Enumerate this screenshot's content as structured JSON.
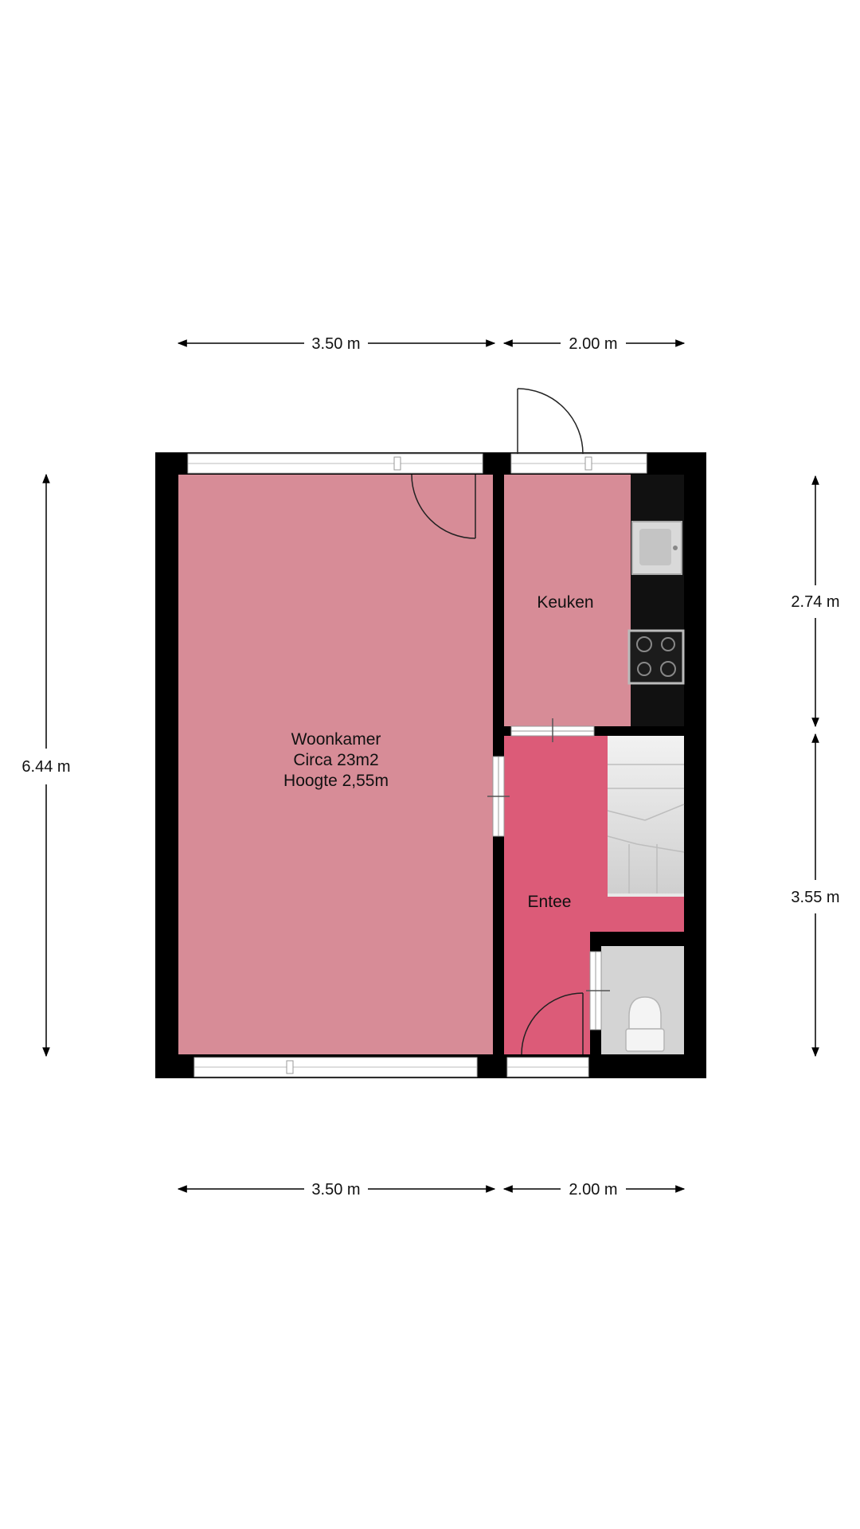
{
  "plan": {
    "dimensions": {
      "top_left": "3.50 m",
      "top_right": "2.00 m",
      "bottom_left": "3.50 m",
      "bottom_right": "2.00 m",
      "left_height": "6.44 m",
      "right_upper": "2.74 m",
      "right_lower": "3.55 m"
    },
    "rooms": {
      "woonkamer": {
        "name": "Woonkamer",
        "area": "Circa 23m2",
        "height": "Hoogte 2,55m"
      },
      "keuken": {
        "name": "Keuken"
      },
      "entee": {
        "name": "Entee"
      }
    },
    "colors": {
      "woonkamer": "#d78c97",
      "keuken": "#d78c97",
      "entee": "#dc5b78",
      "wall": "#000000",
      "toilet_room": "#d4d4d4",
      "stairs": "#dcdcdc",
      "counter": "#111111"
    }
  }
}
